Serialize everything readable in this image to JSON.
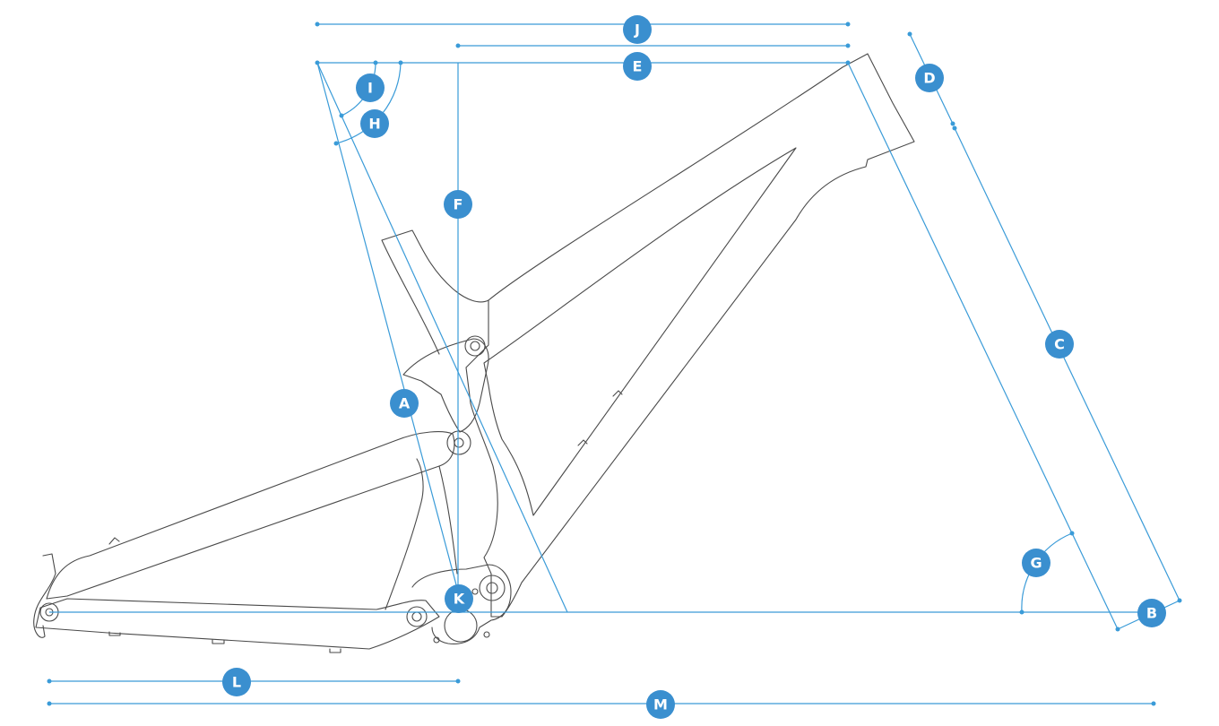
{
  "diagram": {
    "colors": {
      "dimension_line": "#3a9bd8",
      "badge_fill": "#3a8fcf",
      "badge_text": "#ffffff",
      "frame_outline": "#4a4a4a",
      "background": "#ffffff"
    },
    "labels": {
      "A": "A",
      "B": "B",
      "C": "C",
      "D": "D",
      "E": "E",
      "F": "F",
      "G": "G",
      "H": "H",
      "I": "I",
      "J": "J",
      "K": "K",
      "L": "L",
      "M": "M"
    }
  }
}
